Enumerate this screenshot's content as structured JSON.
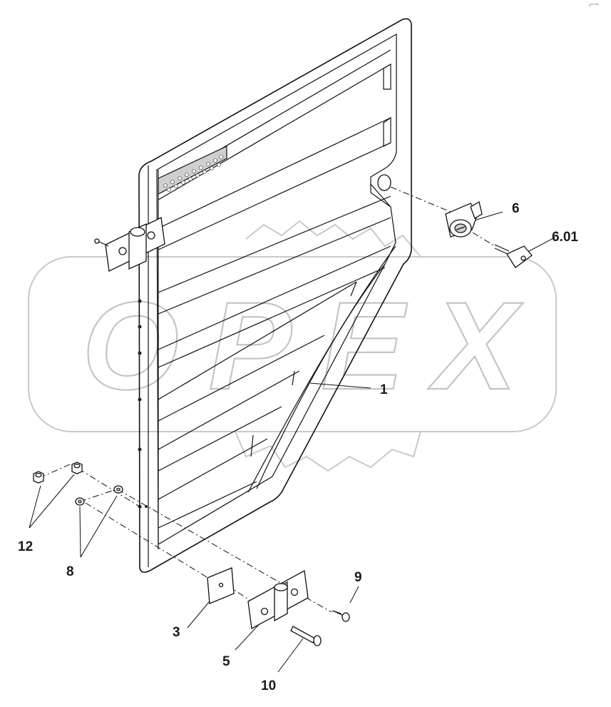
{
  "watermark": {
    "text": "OPEX"
  },
  "corner_code": "c** ***",
  "callouts": [
    {
      "id": "1",
      "label": "1"
    },
    {
      "id": "3",
      "label": "3"
    },
    {
      "id": "5",
      "label": "5"
    },
    {
      "id": "6",
      "label": "6"
    },
    {
      "id": "6.01",
      "label": "6.01"
    },
    {
      "id": "8",
      "label": "8"
    },
    {
      "id": "9",
      "label": "9"
    },
    {
      "id": "10",
      "label": "10"
    },
    {
      "id": "12",
      "label": "12"
    }
  ]
}
